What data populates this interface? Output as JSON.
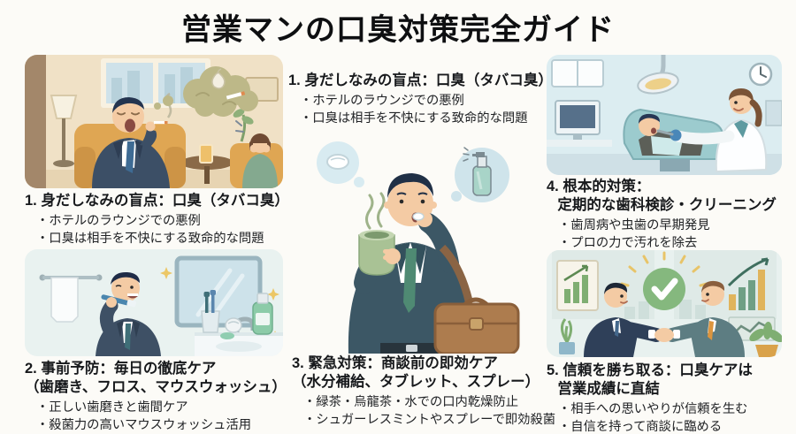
{
  "title": "営業マンの口臭対策完全ガイド",
  "sections": {
    "grooming_left": {
      "heading": "1. 身だしなみの盲点：口臭（タバコ臭）",
      "bullets": [
        "・ホテルのラウンジでの悪例",
        "・口臭は相手を不快にする致命的な問題"
      ]
    },
    "grooming_center": {
      "heading": "1. 身だしなみの盲点：口臭（タバコ臭）",
      "bullets": [
        "・ホテルのラウンジでの悪例",
        "・口臭は相手を不快にする致命的な問題"
      ]
    },
    "prevention": {
      "heading_line1": "2. 事前予防：毎日の徹底ケア",
      "heading_line2": "（歯磨き、フロス、マウスウォッシュ）",
      "bullets": [
        "・正しい歯磨きと歯間ケア",
        "・殺菌力の高いマウスウォッシュ活用"
      ]
    },
    "emergency": {
      "heading_line1": "3. 緊急対策：商談前の即効ケア",
      "heading_line2": "（水分補給、タブレット、スプレー）",
      "bullets": [
        "・緑茶・烏龍茶・水での口内乾燥防止",
        "・シュガーレスミントやスプレーで即効殺菌"
      ]
    },
    "fundamental": {
      "heading_line1": "4. 根本的対策：",
      "heading_line2": "定期的な歯科検診・クリーニング",
      "bullets": [
        "・歯周病や虫歯の早期発見",
        "・プロの力で汚れを除去"
      ]
    },
    "trust": {
      "heading_line1": "5. 信頼を勝ち取る：口臭ケアは",
      "heading_line2": "営業成績に直結",
      "bullets": [
        "・相手への思いやりが信頼を生む",
        "・自信を持って商談に臨める"
      ]
    }
  },
  "illustrations": {
    "lounge": "smoker-yawning-in-hotel-lounge",
    "bathroom": "businessman-brushing-teeth",
    "tablet_care": "businessman-taking-breath-tablet-with-green-tea",
    "dental": "dental-checkup-and-cleaning",
    "handshake": "trusted-business-handshake"
  },
  "palette": {
    "smell_cloud": "#bdb888",
    "suit_navy": "#3b4b66",
    "suit_teal": "#3c5765",
    "tie_green": "#4f8a73",
    "check_green": "#85b87e",
    "accent_gold": "#e8c468",
    "armchair": "#dfa653"
  }
}
